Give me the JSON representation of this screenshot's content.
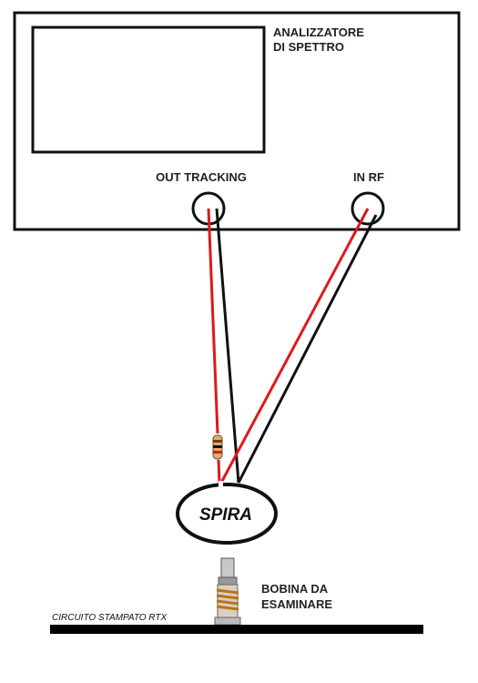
{
  "instrument": {
    "title_line1": "ANALIZZATORE",
    "title_line2": "DI SPETTRO",
    "port_out": "OUT TRACKING",
    "port_in": "IN RF"
  },
  "loop": {
    "label": "SPIRA"
  },
  "coil": {
    "label_line1": "BOBINA DA",
    "label_line2": "ESAMINARE"
  },
  "board": {
    "label": "CIRCUITO STAMPATO RTX"
  },
  "colors": {
    "signal_wire": "#e01818",
    "ground_wire": "#111111",
    "outline": "#111111",
    "coil_copper": "#b8741a"
  },
  "icons": {
    "resistor": "resistor-icon",
    "coil": "coil-icon",
    "connector": "bnc-connector-icon"
  }
}
